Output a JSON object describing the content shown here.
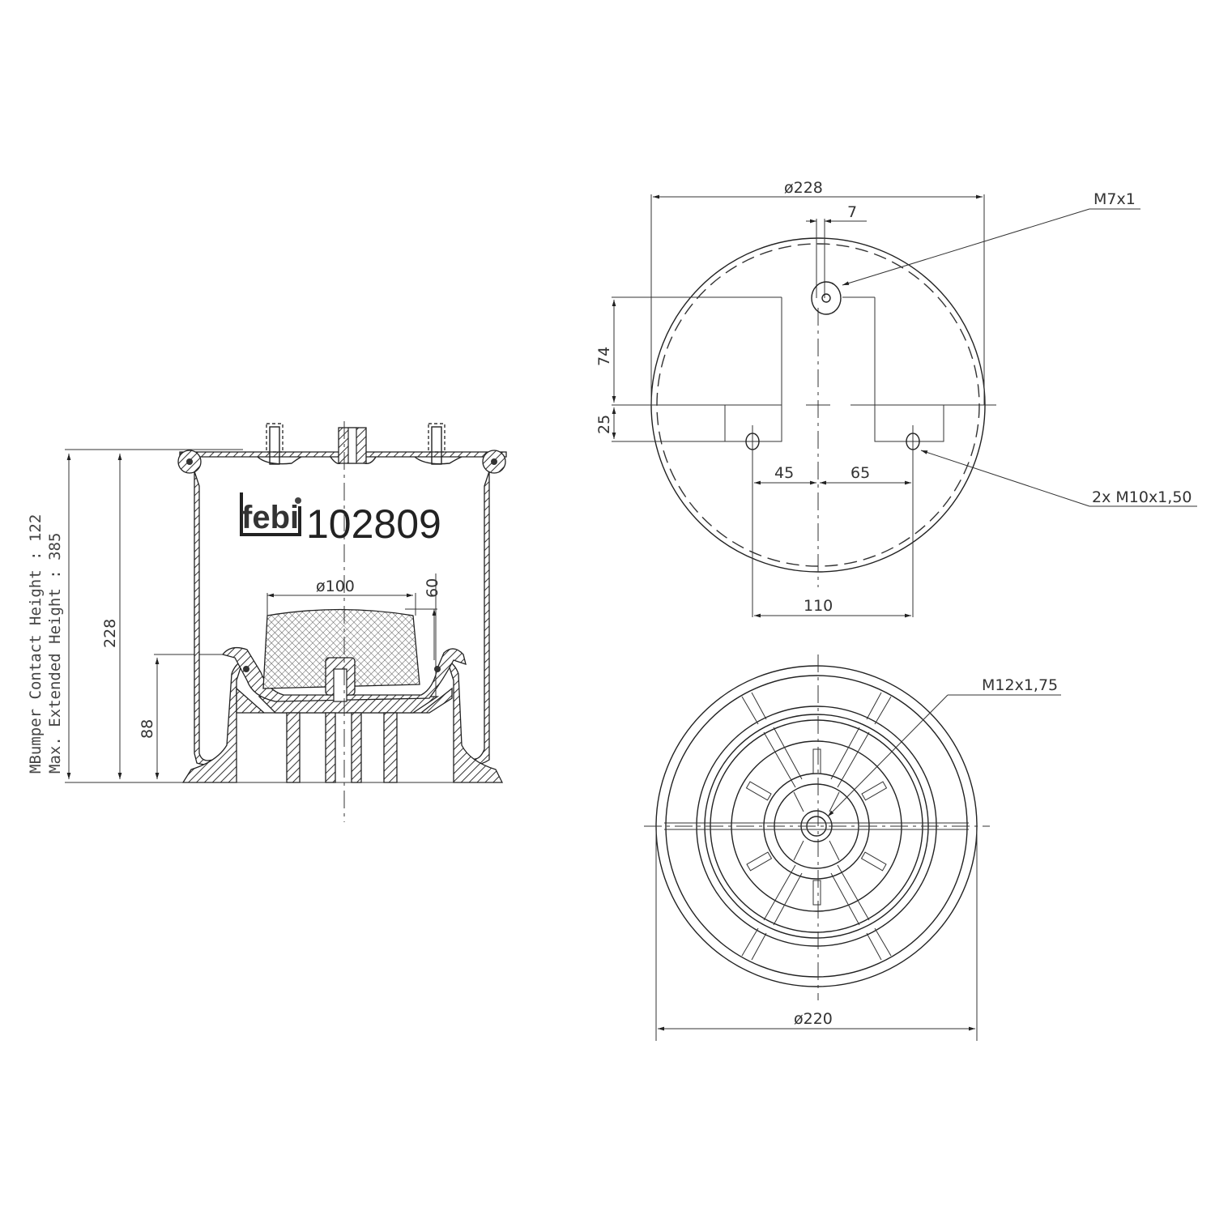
{
  "drawing": {
    "brand": "febi",
    "part_number": "102809",
    "side_notes": {
      "bumper_contact": "MBumper Contact Height : 122",
      "max_extended": "Max. Extended Height : 385"
    },
    "section_view": {
      "height_total": "228",
      "height_piston": "88",
      "bumper_diameter": "ø100",
      "bumper_height": "60"
    },
    "top_view": {
      "diameter": "ø228",
      "offset_7": "7",
      "thread_center": "M7x1",
      "dim_74": "74",
      "dim_25": "25",
      "dim_45": "45",
      "dim_65": "65",
      "dim_110": "110",
      "thread_side": "2x M10x1,50"
    },
    "bottom_view": {
      "diameter": "ø220",
      "thread": "M12x1,75"
    }
  }
}
